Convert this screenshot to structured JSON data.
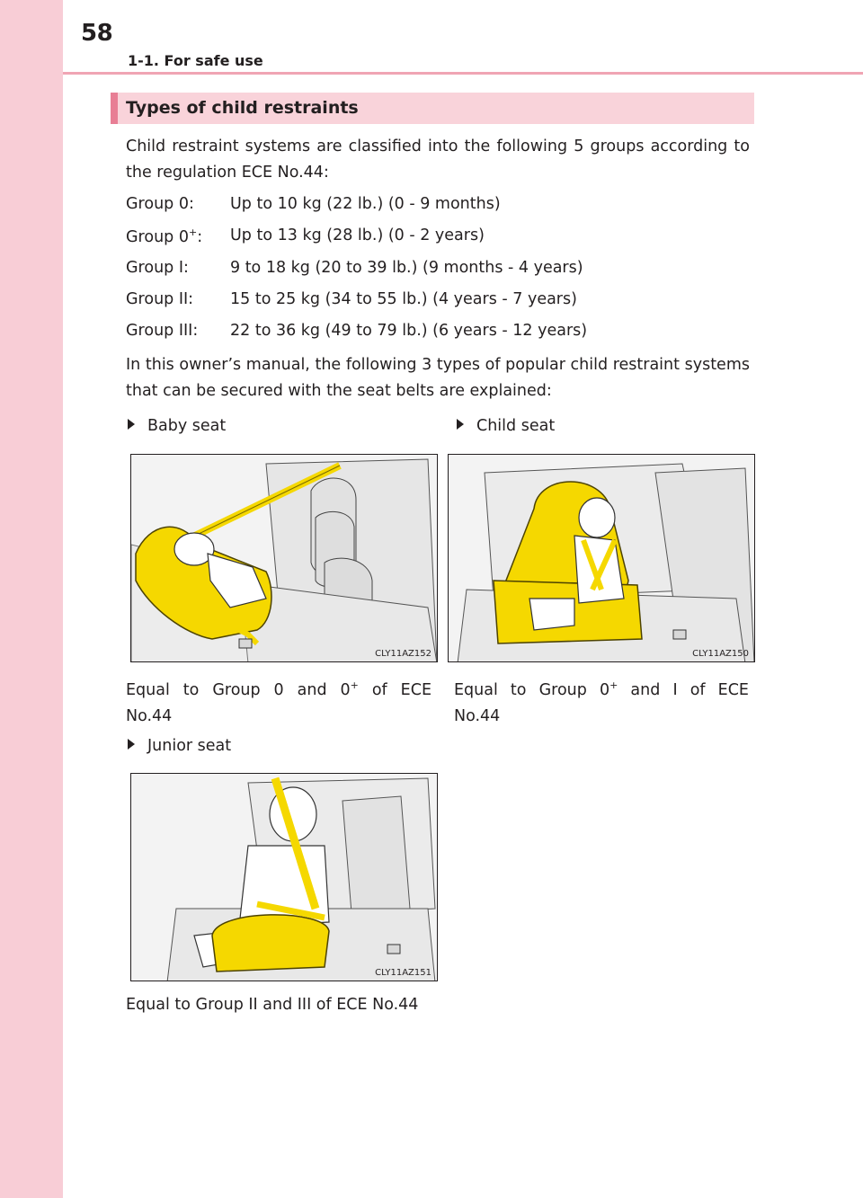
{
  "header": {
    "page_number": "58",
    "section": "1-1. For safe use"
  },
  "section_title": "Types of child restraints",
  "intro": "Child restraint systems are classified into the following 5 groups according to the regulation ECE No.44:",
  "groups": [
    {
      "label": "Group 0:",
      "label_sup": "",
      "value": "Up to 10 kg (22 lb.) (0 - 9 months)"
    },
    {
      "label": "Group 0",
      "label_sup": "+",
      "label_suffix": ":",
      "value": "Up to 13 kg (28 lb.) (0 - 2 years)"
    },
    {
      "label": "Group I:",
      "label_sup": "",
      "value": "9 to 18 kg (20 to 39 lb.) (9 months - 4 years)"
    },
    {
      "label": "Group II:",
      "label_sup": "",
      "value": "15 to 25 kg (34 to 55 lb.) (4 years - 7 years)"
    },
    {
      "label": "Group III:",
      "label_sup": "",
      "value": "22 to 36 kg (49 to 79 lb.) (6 years - 12 years)"
    }
  ],
  "explain": "In this owner’s manual, the following 3 types of popular child restraint systems that can be secured with the seat belts are explained:",
  "seats": {
    "baby": {
      "caption": "Baby seat",
      "code": "CLY11AZ152",
      "desc_line1_a": "Equal to Group 0 and 0",
      "desc_line1_sup": "+",
      "desc_line1_b": " of ECE",
      "desc_line2": "No.44"
    },
    "child": {
      "caption": "Child seat",
      "code": "CLY11AZ150",
      "desc_line1_a": "Equal to Group 0",
      "desc_line1_sup": "+",
      "desc_line1_b": " and I of ECE",
      "desc_line2": "No.44"
    },
    "junior": {
      "caption": "Junior seat",
      "code": "CLY11AZ151",
      "desc": "Equal to Group II and III of ECE No.44"
    }
  },
  "colors": {
    "side_strip": "#f8cdd6",
    "title_bar": "#f9d3da",
    "accent": "#e87e95",
    "seat_yellow": "#f5d800"
  },
  "icons": {
    "bullet": "triangle-right-icon"
  }
}
